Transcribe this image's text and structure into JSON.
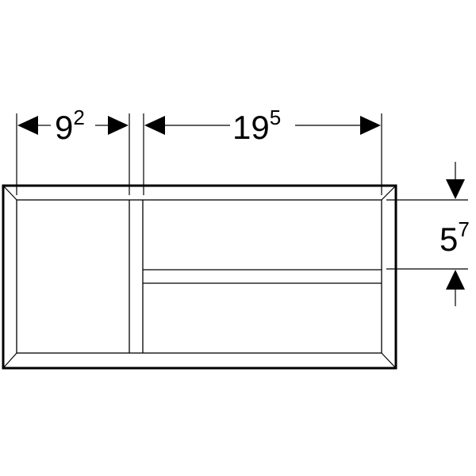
{
  "dimensions": {
    "left_width": {
      "main": "9",
      "sup": "2"
    },
    "right_width": {
      "main": "19",
      "sup": "5"
    },
    "shelf_height": {
      "main": "5",
      "sup": "7"
    }
  },
  "colors": {
    "line": "#000000",
    "background": "#ffffff"
  }
}
